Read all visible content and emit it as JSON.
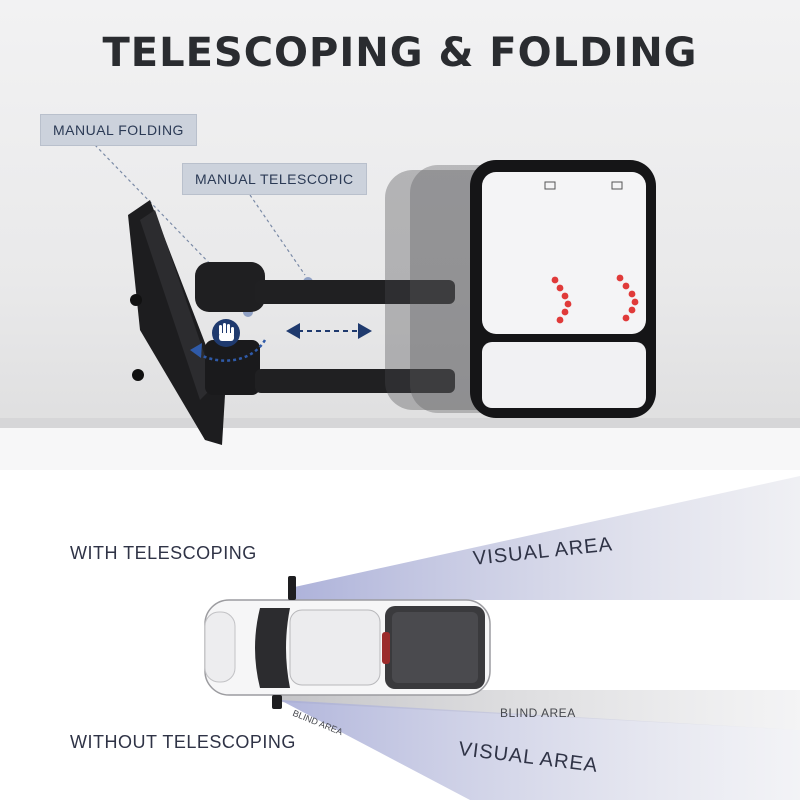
{
  "title": "TELESCOPING & FOLDING",
  "callouts": {
    "manual_folding": "MANUAL FOLDING",
    "manual_telescopic": "MANUAL TELESCOPIC"
  },
  "diagram": {
    "with_telescoping": "WITH TELESCOPING",
    "without_telescoping": "WITHOUT TELESCOPING",
    "visual_area_top": "VISUAL AREA",
    "visual_area_bottom": "VISUAL AREA",
    "blind_area_right": "BLIND AREA",
    "blind_area_left": "BLIND AREA"
  },
  "colors": {
    "title": "#2a2c30",
    "tag_bg": "#ccd2dc",
    "tag_text": "#2b3a55",
    "arrow": "#1f3a6e",
    "visual_cone": "#b8bde0",
    "blind_cone": "#c9c9cc",
    "signal_led": "#e03a3a"
  }
}
